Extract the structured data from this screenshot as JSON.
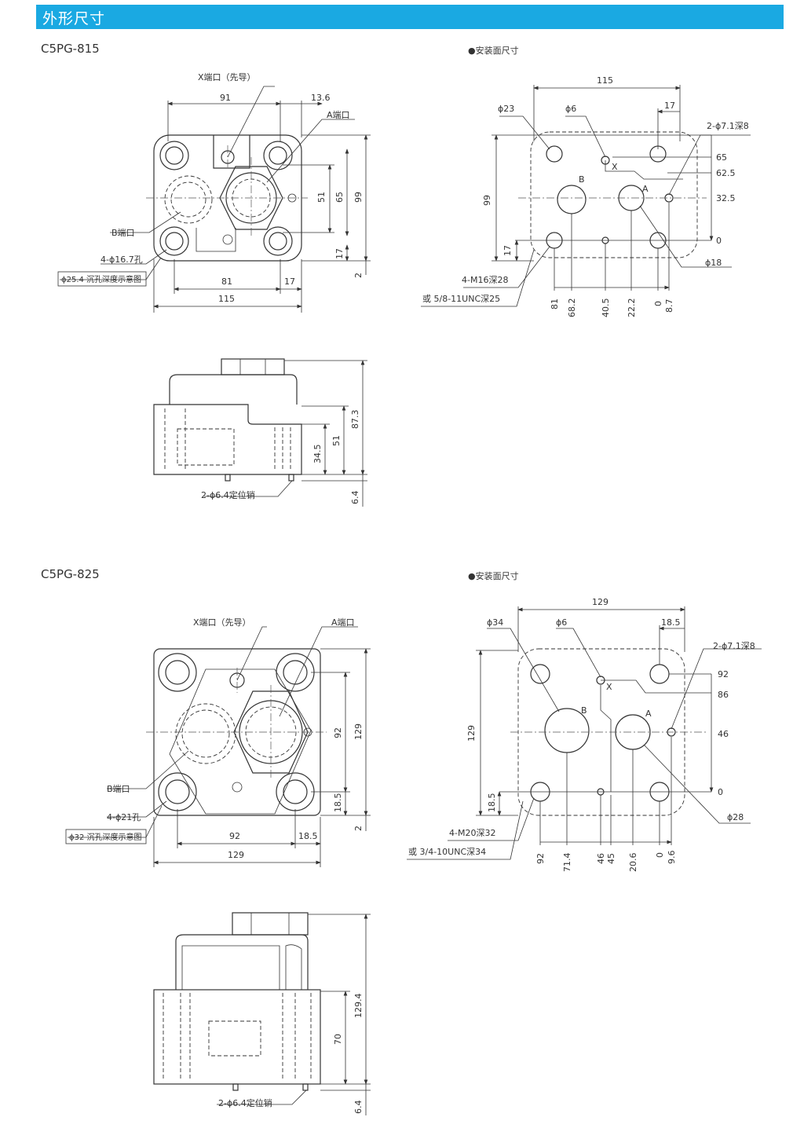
{
  "header": {
    "title": "外形尺寸",
    "bar_color": "#1aa9e2"
  },
  "model1": {
    "name": "C5PG-815",
    "mount_title": "●安装面尺寸",
    "labels": {
      "x_port": "X端口（先导）",
      "a_port": "A端口",
      "b_port": "B端口",
      "holes": "4-ϕ16.7孔",
      "counterbore": "ϕ25.4 沉孔深度示意图",
      "pins": "2-ϕ6.4定位销",
      "d23": "ϕ23",
      "d6": "ϕ6",
      "d71": "2-ϕ7.1深8",
      "d18": "ϕ18",
      "m16": "4-M16深28",
      "unc": "或 5/8-11UNC深25",
      "B": "B",
      "A": "A",
      "X": "X"
    },
    "top_dims": {
      "d91": "91",
      "d136": "13.6",
      "d51": "51",
      "d65": "65",
      "d99": "99",
      "d17v": "17",
      "d2": "2",
      "d81": "81",
      "d17h": "17",
      "d115": "115"
    },
    "side_dims": {
      "d873": "87.3",
      "d51": "51",
      "d345": "34.5",
      "d64": "6.4"
    },
    "mount_dims": {
      "w115": "115",
      "w17": "17",
      "h99": "99",
      "h17": "17",
      "r65": "65",
      "r625": "62.5",
      "r325": "32.5",
      "r0": "0",
      "b81": "81",
      "b682": "68.2",
      "b405": "40.5",
      "b222": "22.2",
      "b0": "0",
      "b87": "8.7"
    }
  },
  "model2": {
    "name": "C5PG-825",
    "mount_title": "●安装面尺寸",
    "labels": {
      "x_port": "X端口（先导）",
      "a_port": "A端口",
      "b_port": "B端口",
      "holes": "4-ϕ21孔",
      "counterbore": "ϕ32 沉孔深度示意图",
      "pins": "2-ϕ6.4定位销",
      "d34": "ϕ34",
      "d6": "ϕ6",
      "d71": "2-ϕ7.1深8",
      "d28": "ϕ28",
      "m20": "4-M20深32",
      "unc": "或 3/4-10UNC深34",
      "B": "B",
      "A": "A",
      "X": "X"
    },
    "top_dims": {
      "d92v": "92",
      "d129v": "129",
      "d185v": "18.5",
      "d2": "2",
      "d92h": "92",
      "d185h": "18.5",
      "d129h": "129"
    },
    "side_dims": {
      "d1294": "129.4",
      "d70": "70",
      "d64": "6.4"
    },
    "mount_dims": {
      "w129": "129",
      "w185": "18.5",
      "h129": "129",
      "h185": "18.5",
      "r92": "92",
      "r86": "86",
      "r46": "46",
      "r0": "0",
      "b92": "92",
      "b714": "71.4",
      "b46": "46",
      "b45": "45",
      "b206": "20.6",
      "b0": "0",
      "b96": "9.6"
    }
  }
}
